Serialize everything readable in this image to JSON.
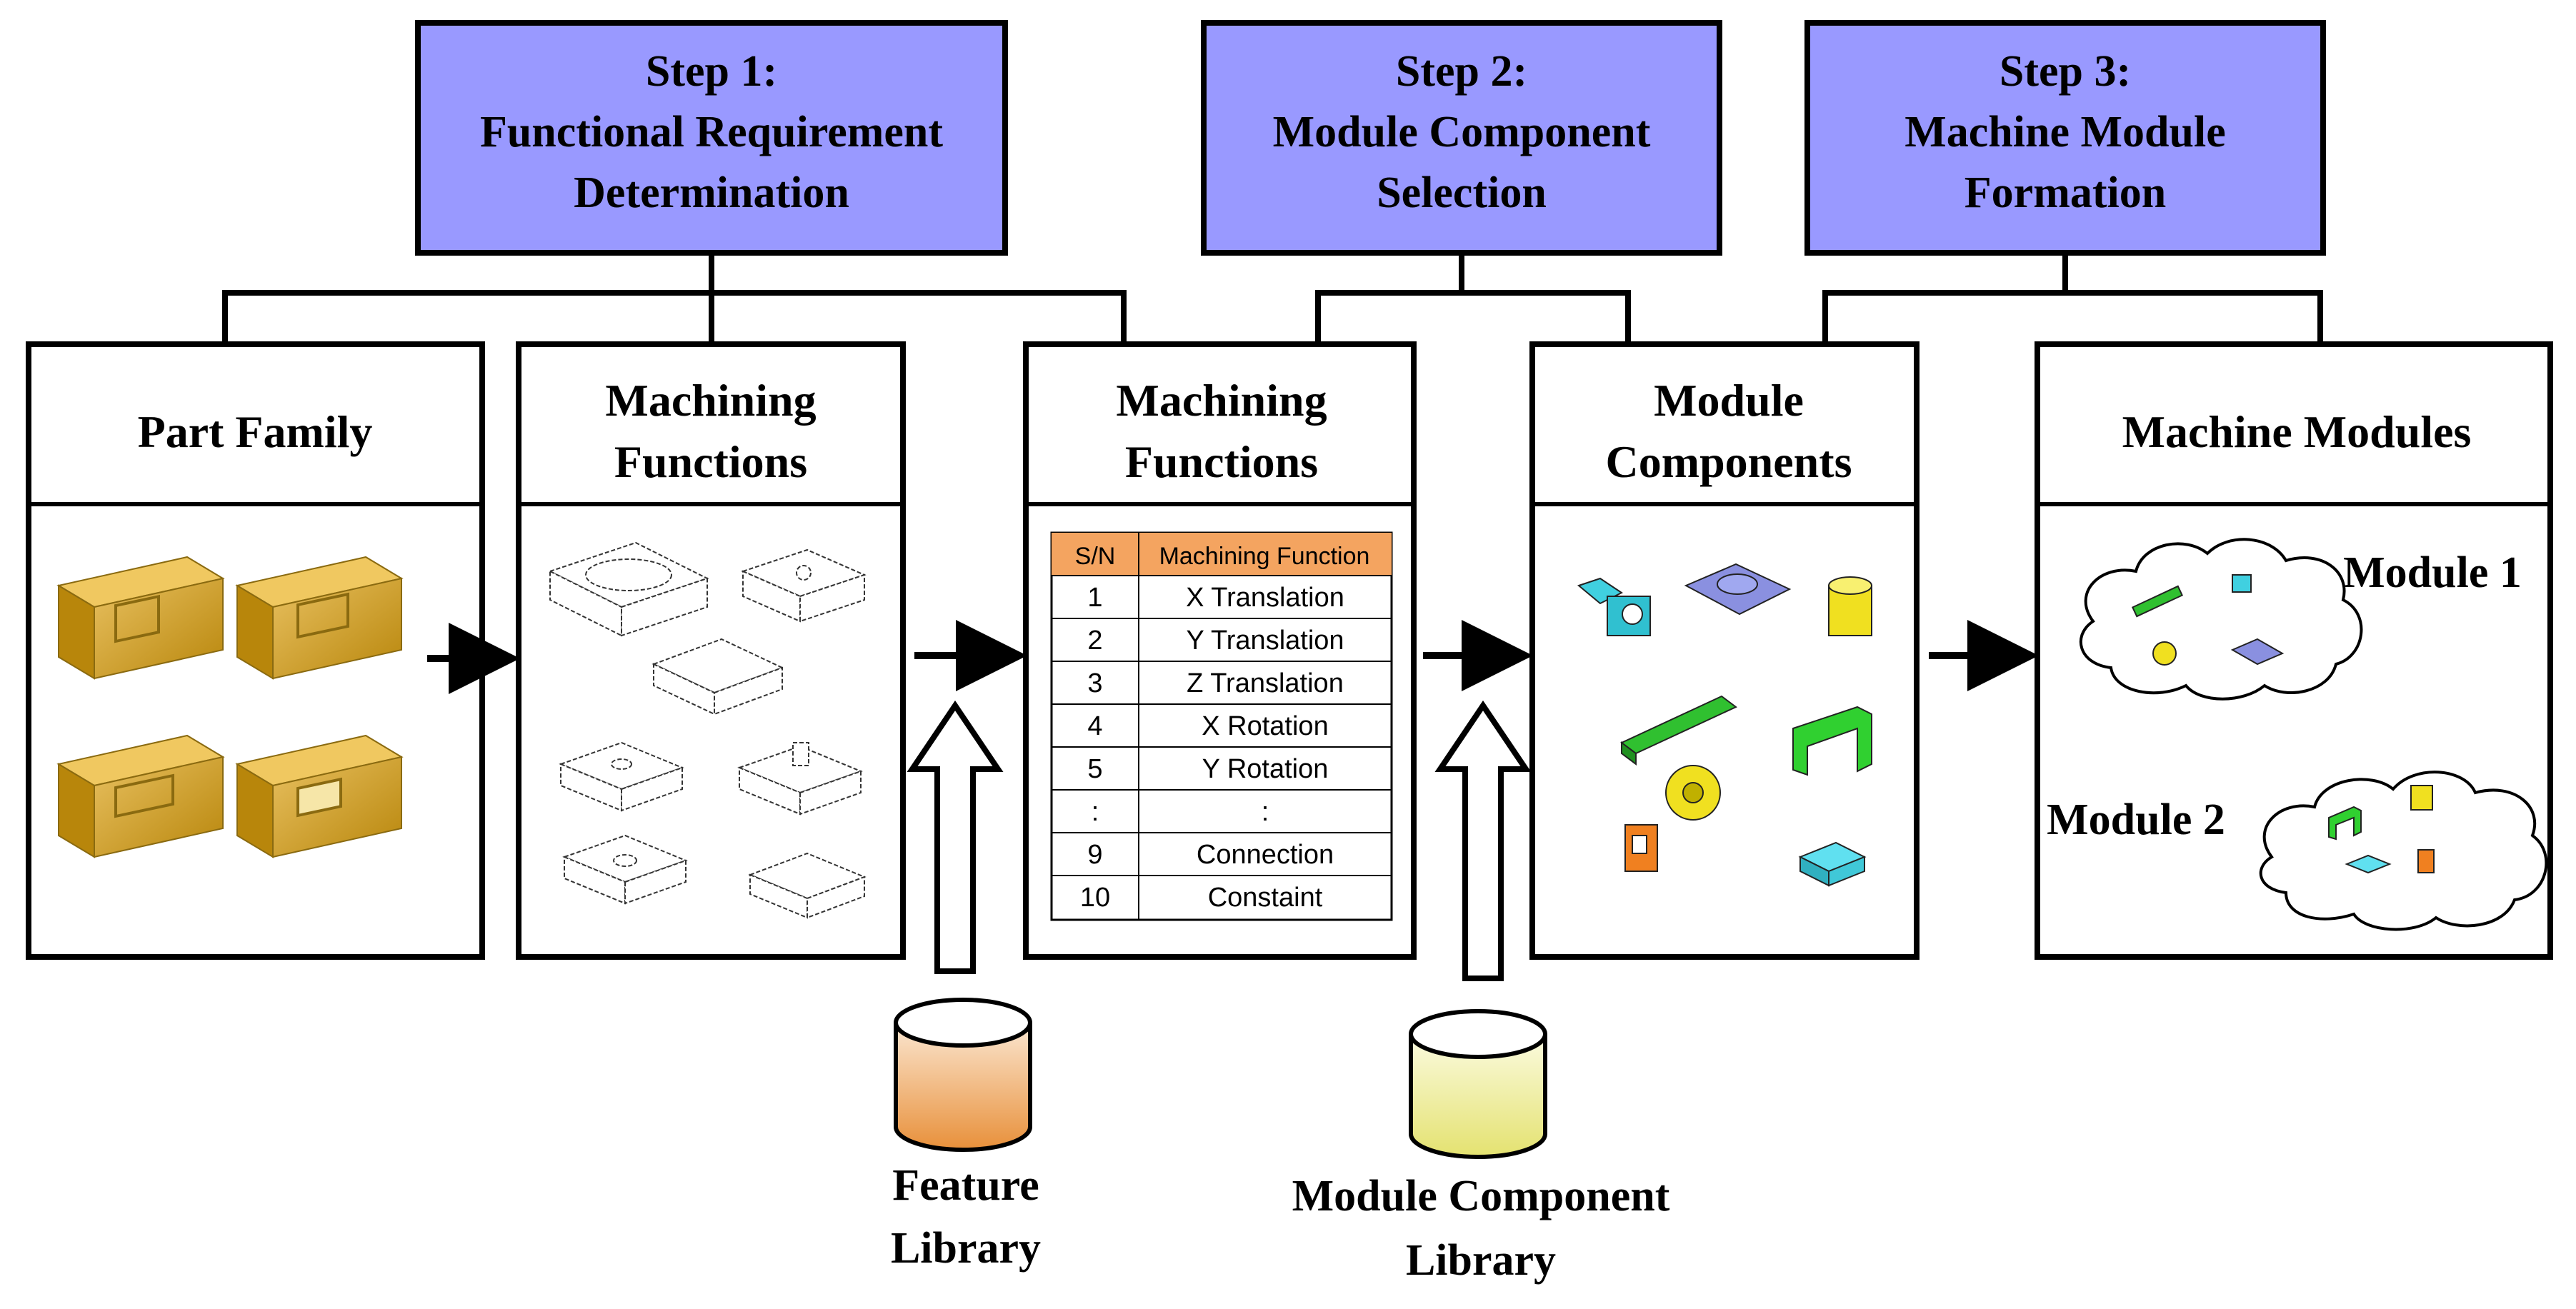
{
  "steps": [
    {
      "lines": [
        "Step 1:",
        "Functional Requirement",
        "Determination"
      ]
    },
    {
      "lines": [
        "Step 2:",
        "Module Component",
        "Selection"
      ]
    },
    {
      "lines": [
        "Step 3:",
        "Machine Module",
        "Formation"
      ]
    }
  ],
  "stages": [
    {
      "lines": [
        "Part Family"
      ]
    },
    {
      "lines": [
        "Machining",
        "Functions"
      ]
    },
    {
      "lines": [
        "Machining",
        "Functions"
      ]
    },
    {
      "lines": [
        "Module",
        "Components"
      ]
    },
    {
      "lines": [
        "Machine Modules"
      ]
    }
  ],
  "function_table": {
    "headers": [
      "S/N",
      "Machining Function"
    ],
    "rows": [
      [
        "1",
        "X Translation"
      ],
      [
        "2",
        "Y Translation"
      ],
      [
        "3",
        "Z Translation"
      ],
      [
        "4",
        "X Rotation"
      ],
      [
        "5",
        "Y Rotation"
      ],
      [
        ":",
        ":"
      ],
      [
        "9",
        "Connection"
      ],
      [
        "10",
        "Constaint"
      ]
    ]
  },
  "libraries": [
    {
      "lines": [
        "Feature",
        "Library"
      ]
    },
    {
      "lines": [
        "Module Component",
        "Library"
      ]
    }
  ],
  "modules": [
    "Module 1",
    "Module 2"
  ],
  "colors": {
    "step_fill": "#9999ff",
    "table_header": "#f4a460",
    "feature_db": "#f0a050",
    "component_db": "#f0f080",
    "part_gold": "#d4a017"
  }
}
